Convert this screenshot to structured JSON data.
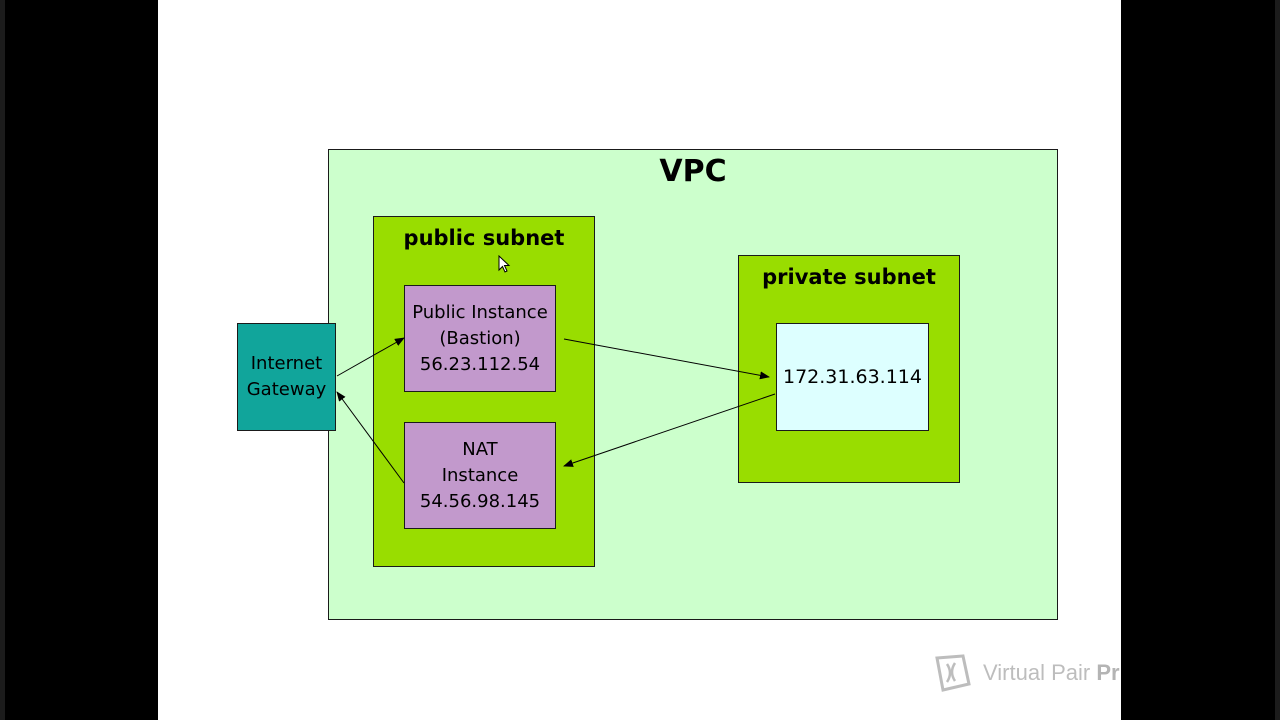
{
  "diagram": {
    "vpc": {
      "title": "VPC"
    },
    "public_subnet": {
      "title": "public subnet",
      "bastion": {
        "line1": "Public Instance",
        "line2": "(Bastion)",
        "ip": "56.23.112.54"
      },
      "nat": {
        "line1": "NAT",
        "line2": "Instance",
        "ip": "54.56.98.145"
      }
    },
    "private_subnet": {
      "title": "private subnet",
      "instance": {
        "ip": "172.31.63.114"
      }
    },
    "internet_gateway": {
      "line1": "Internet",
      "line2": "Gateway"
    }
  },
  "watermark": {
    "text_a": "Virtual Pair ",
    "text_b": "Pr"
  },
  "colors": {
    "vpc_fill": "#ccffcc",
    "subnet_fill": "#99dd00",
    "instance_fill": "#c299cc",
    "private_instance_fill": "#ddffff",
    "gateway_fill": "#11a59b"
  }
}
